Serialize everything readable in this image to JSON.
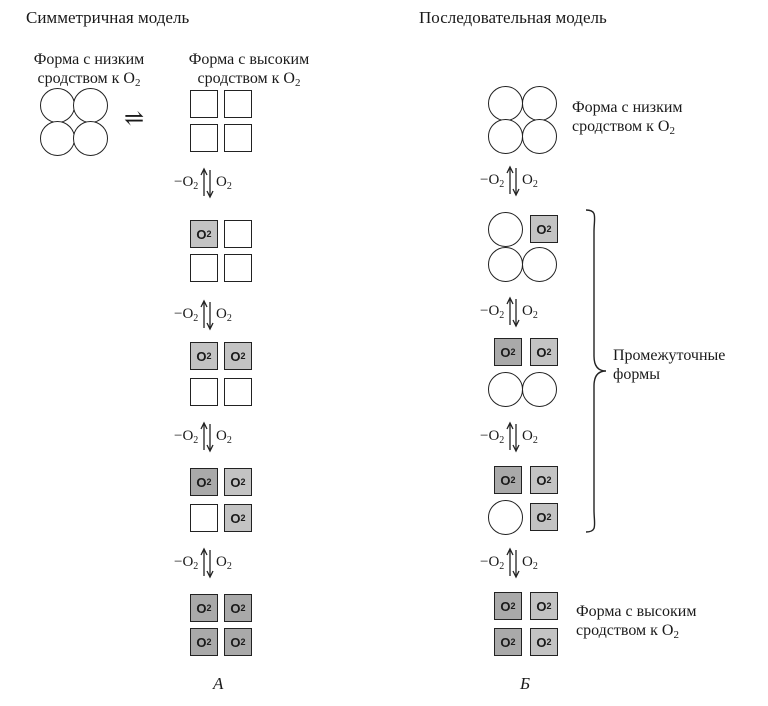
{
  "panel_a": {
    "title": "Симметричная модель",
    "low_label_line1": "Форма с низким",
    "low_label_line2": "сродством к О",
    "low_label_sub": "2",
    "high_label_line1": "Форма с высоким",
    "high_label_line2": "сродством к О",
    "high_label_sub": "2",
    "equilibrium_symbol": "⇌",
    "letter": "А"
  },
  "panel_b": {
    "title": "Последовательная модель",
    "low_label_line1": "Форма с низким",
    "low_label_line2": "сродством к О",
    "low_label_sub": "2",
    "intermediate_line1": "Промежуточные",
    "intermediate_line2": "формы",
    "high_label_line1": "Форма с высоким",
    "high_label_line2": "сродством к О",
    "high_label_sub": "2",
    "letter": "Б"
  },
  "step": {
    "minus": "−O",
    "plus": "O",
    "sub": "2"
  },
  "o2": {
    "text": "O",
    "sub": "2"
  }
}
